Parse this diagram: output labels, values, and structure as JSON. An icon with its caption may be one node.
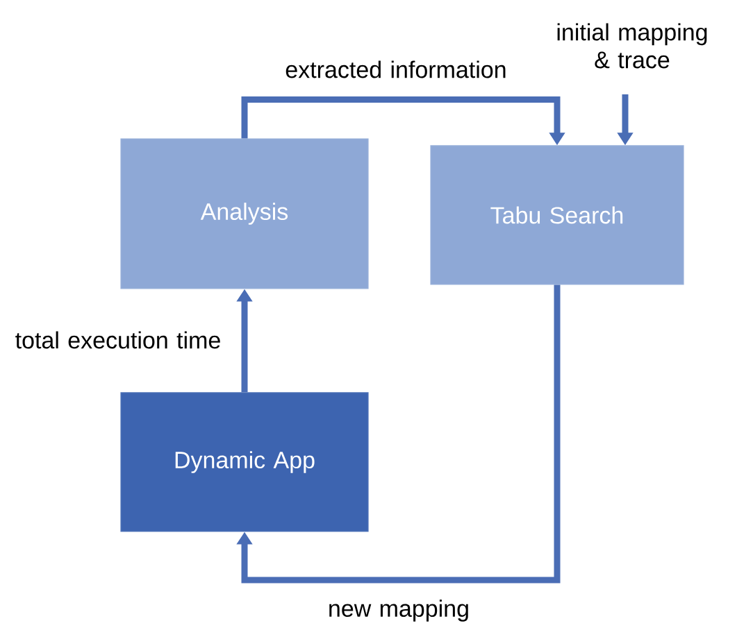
{
  "diagram": {
    "nodes": [
      {
        "text": [
          "Analysis"
        ]
      },
      {
        "text": [
          "Tabu Search"
        ]
      },
      {
        "text": [
          "Dynamic App"
        ]
      }
    ],
    "edges": [
      {
        "from": 2,
        "to": 0,
        "arrow": "to",
        "label": "total execution time"
      },
      {
        "from": 0,
        "to": 1,
        "arrow": "to",
        "label": "extracted information"
      },
      {
        "from": null,
        "to": 1,
        "arrow": "to",
        "label": "initial mapping & trace"
      },
      {
        "from": 1,
        "to": 2,
        "arrow": "to",
        "label": "new mapping"
      }
    ]
  }
}
